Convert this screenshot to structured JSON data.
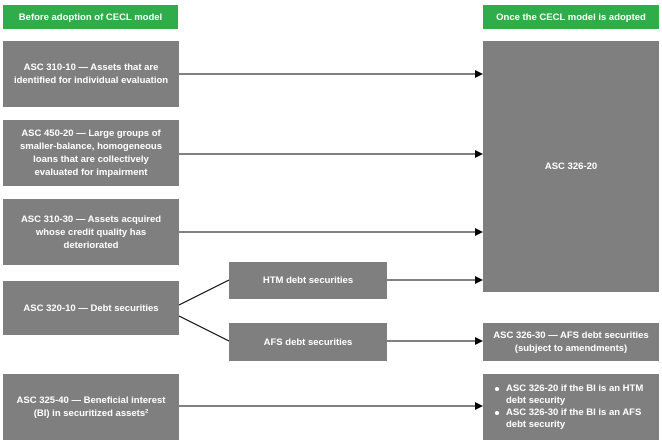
{
  "headers": {
    "left": "Before adoption of CECL model",
    "right": "Once the CECL model is adopted"
  },
  "left_boxes": {
    "asc_310_10": "ASC 310-10 — Assets that are identified for individual evaluation",
    "asc_450_20": "ASC 450-20 — Large groups of smaller-balance, homogeneous loans that are collectively evaluated for impairment",
    "asc_310_30": "ASC 310-30 — Assets acquired whose credit quality has deteriorated",
    "asc_320_10": "ASC 320-10 — Debt securities",
    "asc_325_40": "ASC 325-40 — Beneficial interest (BI) in securitized assets²"
  },
  "middle_boxes": {
    "htm": "HTM debt securities",
    "afs": "AFS debt securities"
  },
  "right_boxes": {
    "asc_326_20": "ASC 326-20",
    "asc_326_30": "ASC 326-30 — AFS debt securities (subject to amendments)",
    "bi_outcomes": [
      "ASC 326-20 if the BI is an HTM debt security",
      "ASC 326-30 if the BI is an AFS debt security"
    ]
  },
  "colors": {
    "header_green": "#2fad4a",
    "box_gray": "#7f7f7f",
    "connector": "#000000"
  }
}
